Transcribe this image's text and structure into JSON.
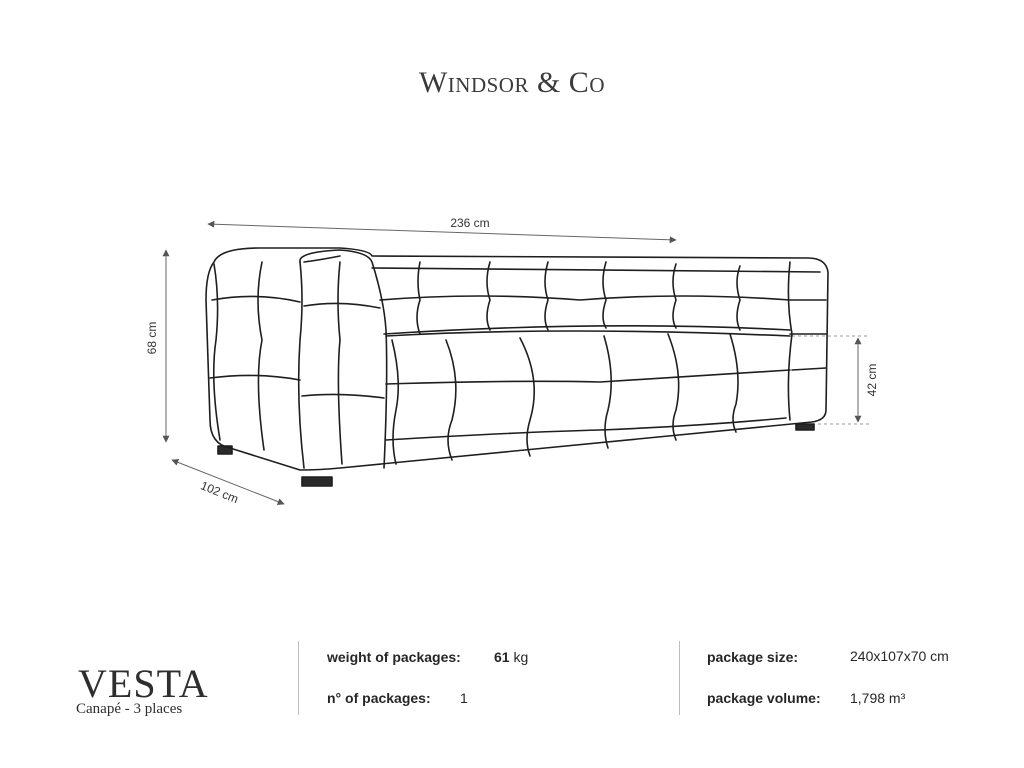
{
  "brand": "Windsor & Co",
  "dimensions": {
    "width": "236 cm",
    "height": "68 cm",
    "depth": "102 cm",
    "seat_height": "42 cm"
  },
  "product": {
    "name": "VESTA",
    "subtitle": "Canapé - 3 places"
  },
  "specs": {
    "weight_label": "weight of packages:",
    "weight_value": "61",
    "weight_unit": "kg",
    "packages_label": "n° of packages:",
    "packages_value": "1",
    "package_size_label": "package size:",
    "package_size_value": "240x107x70 cm",
    "package_volume_label": "package volume:",
    "package_volume_value": "1,798 m³"
  }
}
